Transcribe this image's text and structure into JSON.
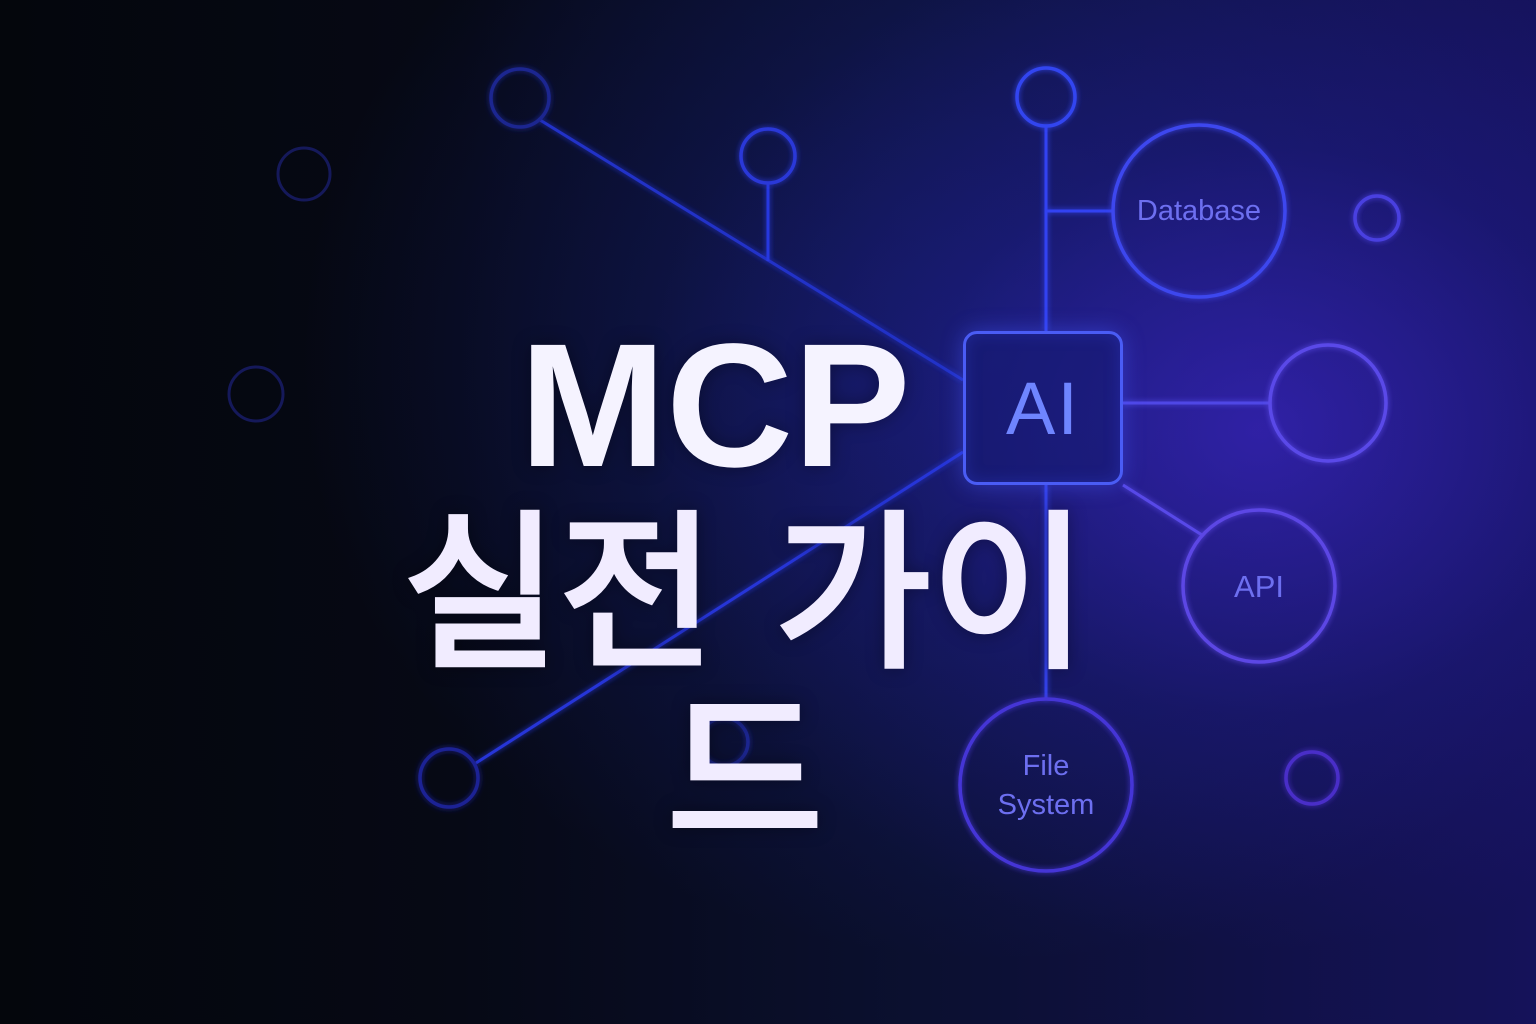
{
  "title": {
    "line1": "MCP",
    "line2": "실전 가이드"
  },
  "hub": {
    "label": "AI",
    "border_color": "#4a5cf5",
    "text_color": "#6f85ff"
  },
  "nodes": {
    "database": "Database",
    "api": "API",
    "file_system_line1": "File",
    "file_system_line2": "System"
  },
  "colors": {
    "background": "#05070f",
    "line_blue": "#2f3ff0",
    "line_violet": "#5a45e6",
    "title_text": "#f5f3ff",
    "node_text": "#6d6ff0"
  }
}
